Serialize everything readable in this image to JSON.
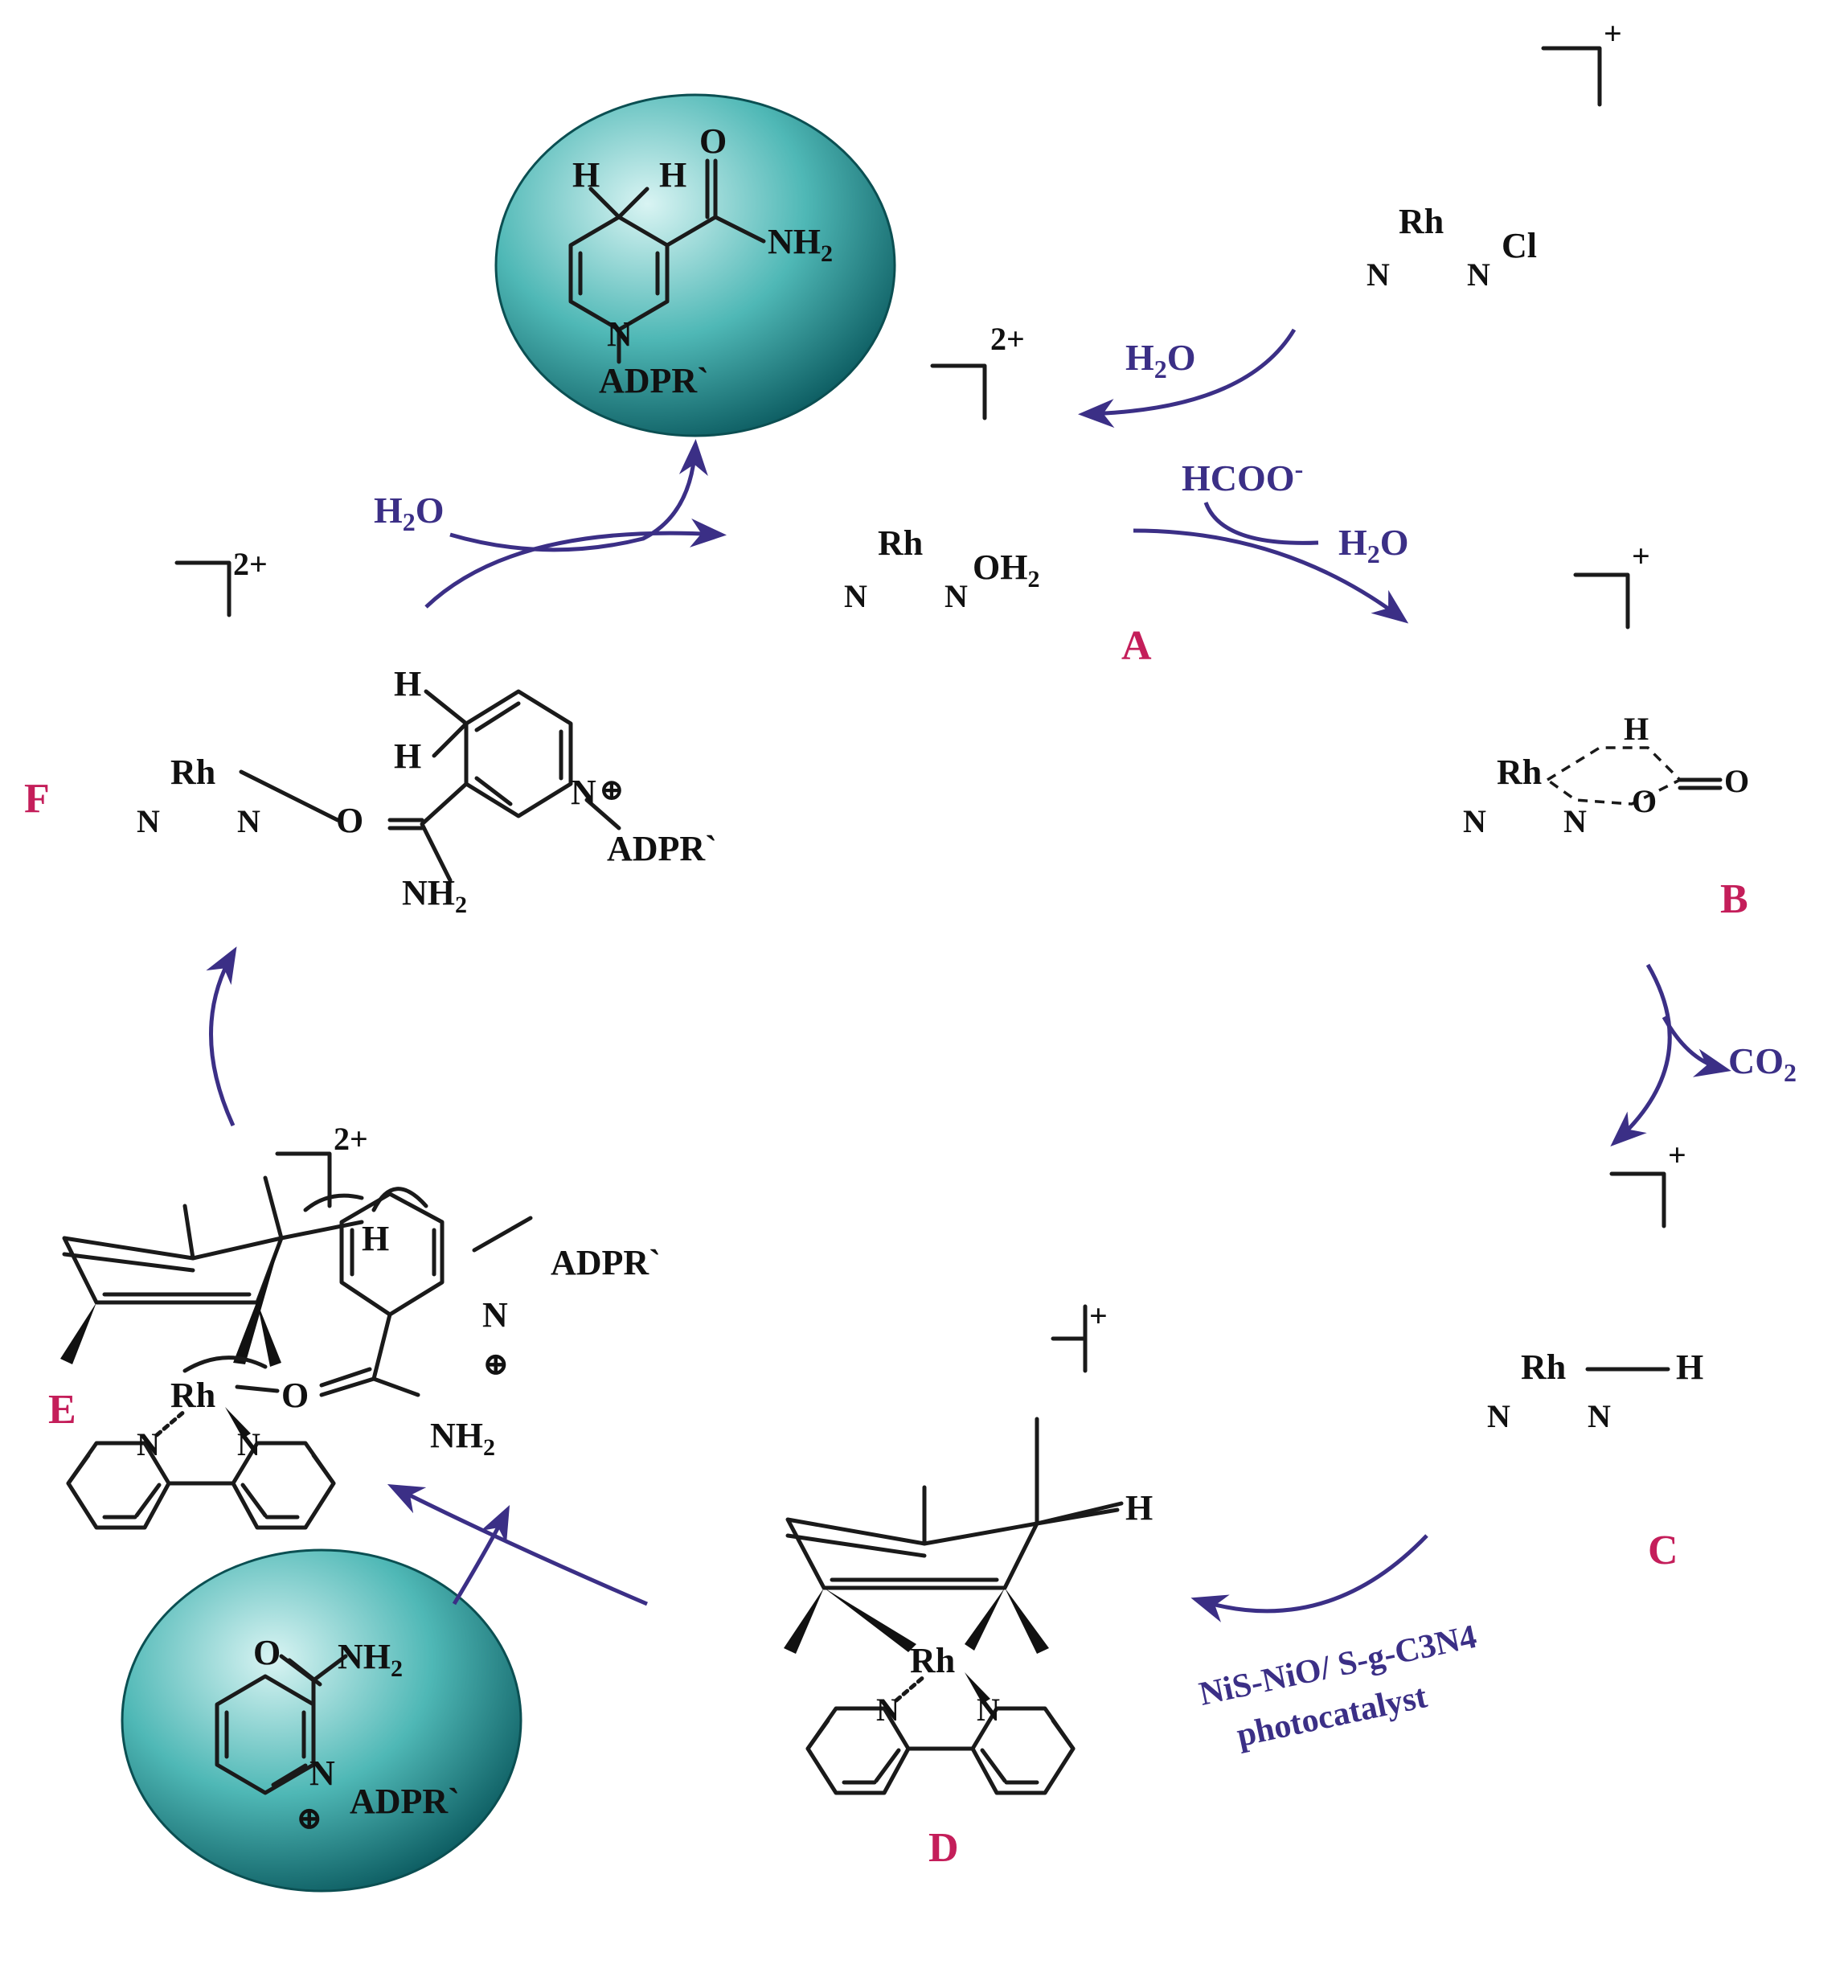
{
  "colors": {
    "arrow": "#3b2f86",
    "label": "#c41e5a",
    "sphere_light": "#d9f4f3",
    "sphere_mid": "#4fb8b6",
    "sphere_dark": "#0d5d62"
  },
  "species": {
    "A": {
      "label": "A",
      "charge": "2+",
      "ligand": "OH",
      "ligand_sub": "2"
    },
    "B": {
      "label": "B",
      "charge": "+",
      "h": "H",
      "o1": "O",
      "o2": "O"
    },
    "C": {
      "label": "C",
      "charge": "+",
      "ligand": "H"
    },
    "D": {
      "label": "D",
      "charge": "+",
      "h": "H"
    },
    "E": {
      "label": "E",
      "charge": "2+",
      "h": "H",
      "o": "O",
      "nh2": "NH",
      "nh2_sub": "2",
      "adpr": "ADPR`",
      "plus": "⊕"
    },
    "F": {
      "label": "F",
      "charge": "2+",
      "o": "O",
      "h1": "H",
      "h2": "H",
      "nh2": "NH",
      "nh2_sub": "2",
      "adpr": "ADPR`",
      "plus": "⊕"
    },
    "precatalyst": {
      "charge": "+",
      "ligand": "Cl"
    }
  },
  "atoms": {
    "rh": "Rh",
    "n": "N"
  },
  "reagents": {
    "h2o": "H",
    "h2o_sub": "2",
    "h2o_tail": "O",
    "hcoo": "HCOO",
    "hcoo_sup": "-",
    "co2": "CO",
    "co2_sub": "2",
    "photocatalyst_line1": "NiS-NiO/ S-g-C3N4",
    "photocatalyst_line2": "photocatalyst"
  },
  "nadh": {
    "h1": "H",
    "h2": "H",
    "o": "O",
    "nh2": "NH",
    "nh2_sub": "2",
    "n": "N",
    "adpr": "ADPR`"
  },
  "nad_plus": {
    "o": "O",
    "nh2": "NH",
    "nh2_sub": "2",
    "n": "N",
    "adpr": "ADPR`",
    "plus": "⊕"
  }
}
